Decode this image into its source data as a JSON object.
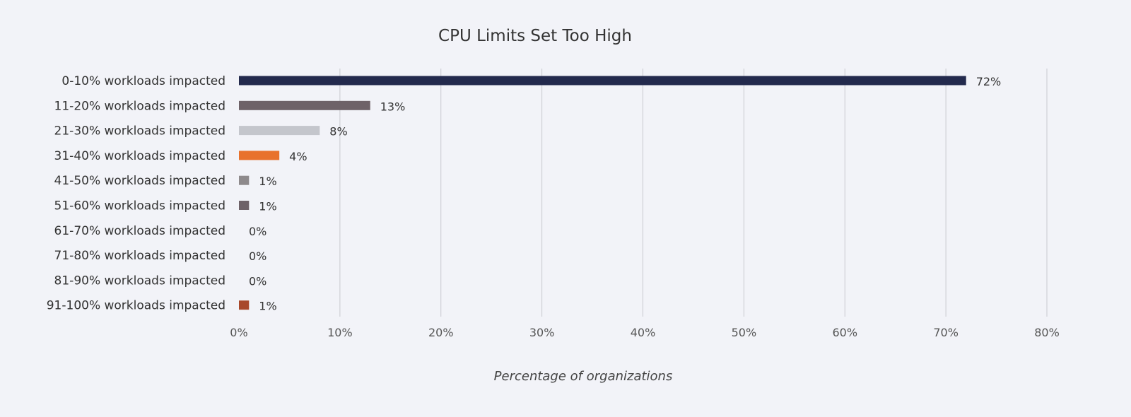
{
  "chart_data": {
    "type": "bar",
    "orientation": "horizontal",
    "title": "CPU Limits Set Too High",
    "xlabel": "Percentage of organizations",
    "ylabel": "",
    "categories": [
      "0-10% workloads impacted",
      "11-20% workloads impacted",
      "21-30% workloads impacted",
      "31-40% workloads impacted",
      "41-50% workloads impacted",
      "51-60% workloads impacted",
      "61-70% workloads impacted",
      "71-80% workloads impacted",
      "81-90% workloads impacted",
      "91-100% workloads impacted"
    ],
    "values": [
      72,
      13,
      8,
      4,
      1,
      1,
      0,
      0,
      0,
      1
    ],
    "value_labels": [
      "72%",
      "13%",
      "8%",
      "4%",
      "1%",
      "1%",
      "0%",
      "0%",
      "0%",
      "1%"
    ],
    "colors": [
      "#232a4d",
      "#6e6268",
      "#c4c6cc",
      "#e8722d",
      "#8e8a8c",
      "#6e6268",
      "#6e6268",
      "#6e6268",
      "#6e6268",
      "#a8482b"
    ],
    "xlim": [
      0,
      80
    ],
    "xticks": [
      0,
      10,
      20,
      30,
      40,
      50,
      60,
      70,
      80
    ],
    "xtick_labels": [
      "0%",
      "10%",
      "20%",
      "30%",
      "40%",
      "50%",
      "60%",
      "70%",
      "80%"
    ],
    "grid": true,
    "legend": "none"
  }
}
